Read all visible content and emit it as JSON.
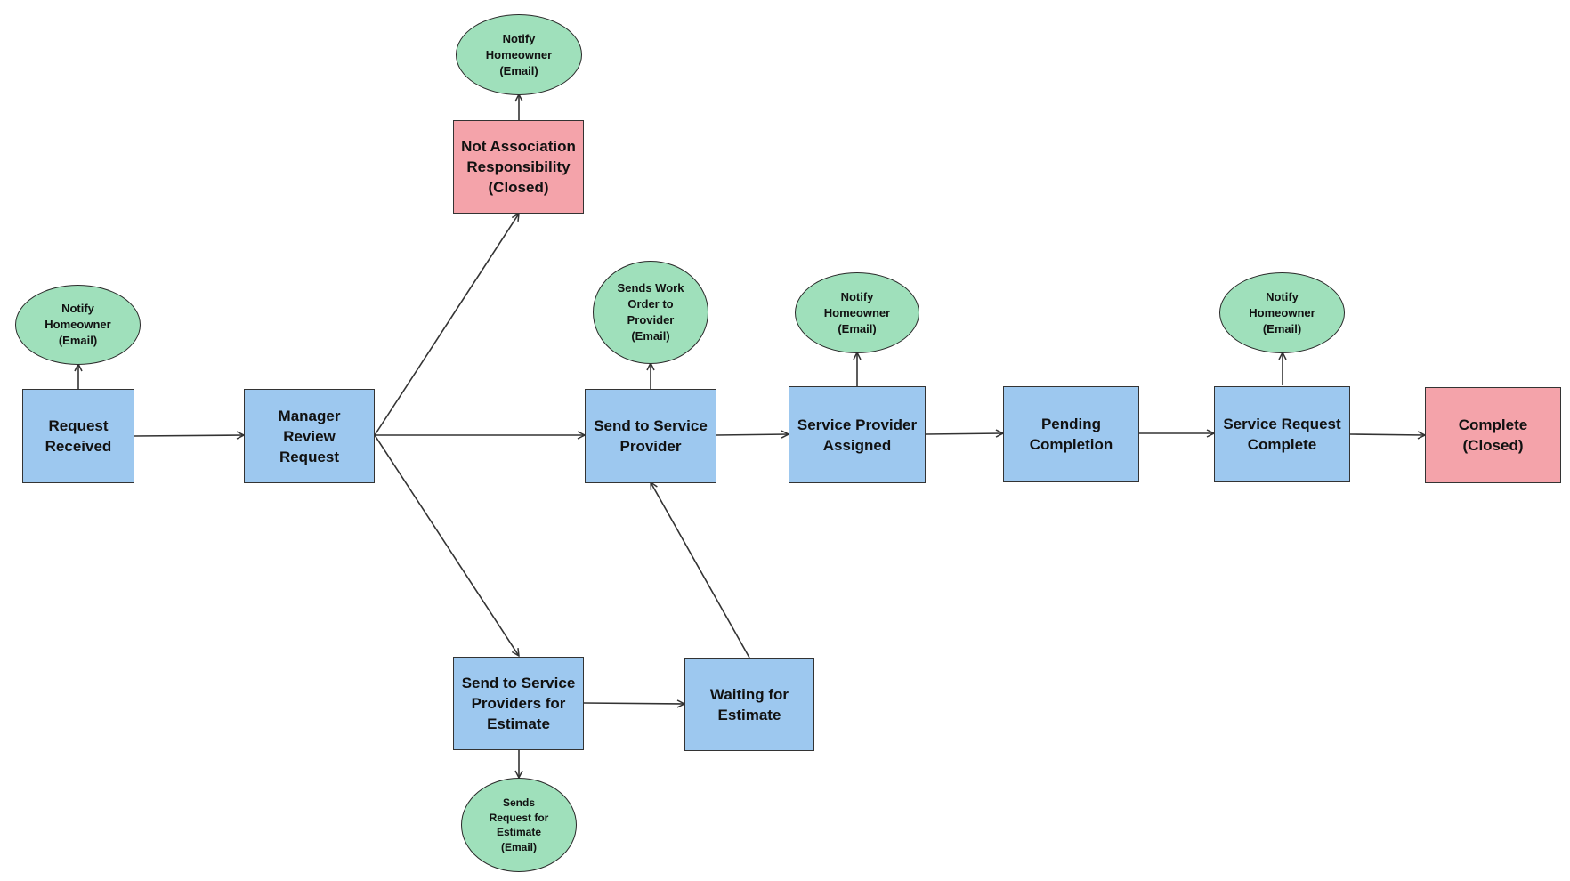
{
  "colors": {
    "process_box": "#9dc8ef",
    "closed_box": "#f4a3aa",
    "email_notification": "#9fe0bb",
    "connector": "#333333"
  },
  "nodes": {
    "request_received": "Request\nReceived",
    "manager_review": "Manager\nReview\nRequest",
    "not_association": "Not Association\nResponsibility\n(Closed)",
    "send_to_provider": "Send to Service\nProvider",
    "send_for_estimate": "Send to Service\nProviders for\nEstimate",
    "waiting_estimate": "Waiting for\nEstimate",
    "provider_assigned": "Service Provider\nAssigned",
    "pending_completion": "Pending\nCompletion",
    "request_complete": "Service Request\nComplete",
    "complete_closed": "Complete\n(Closed)"
  },
  "emails": {
    "notify_received": "Notify\nHomeowner\n(Email)",
    "notify_not_association": "Notify\nHomeowner\n(Email)",
    "work_order": "Sends Work\nOrder to\nProvider\n(Email)",
    "notify_assigned": "Notify\nHomeowner\n(Email)",
    "notify_complete": "Notify\nHomeowner\n(Email)",
    "estimate_request": "Sends\nRequest for\nEstimate\n(Email)"
  }
}
